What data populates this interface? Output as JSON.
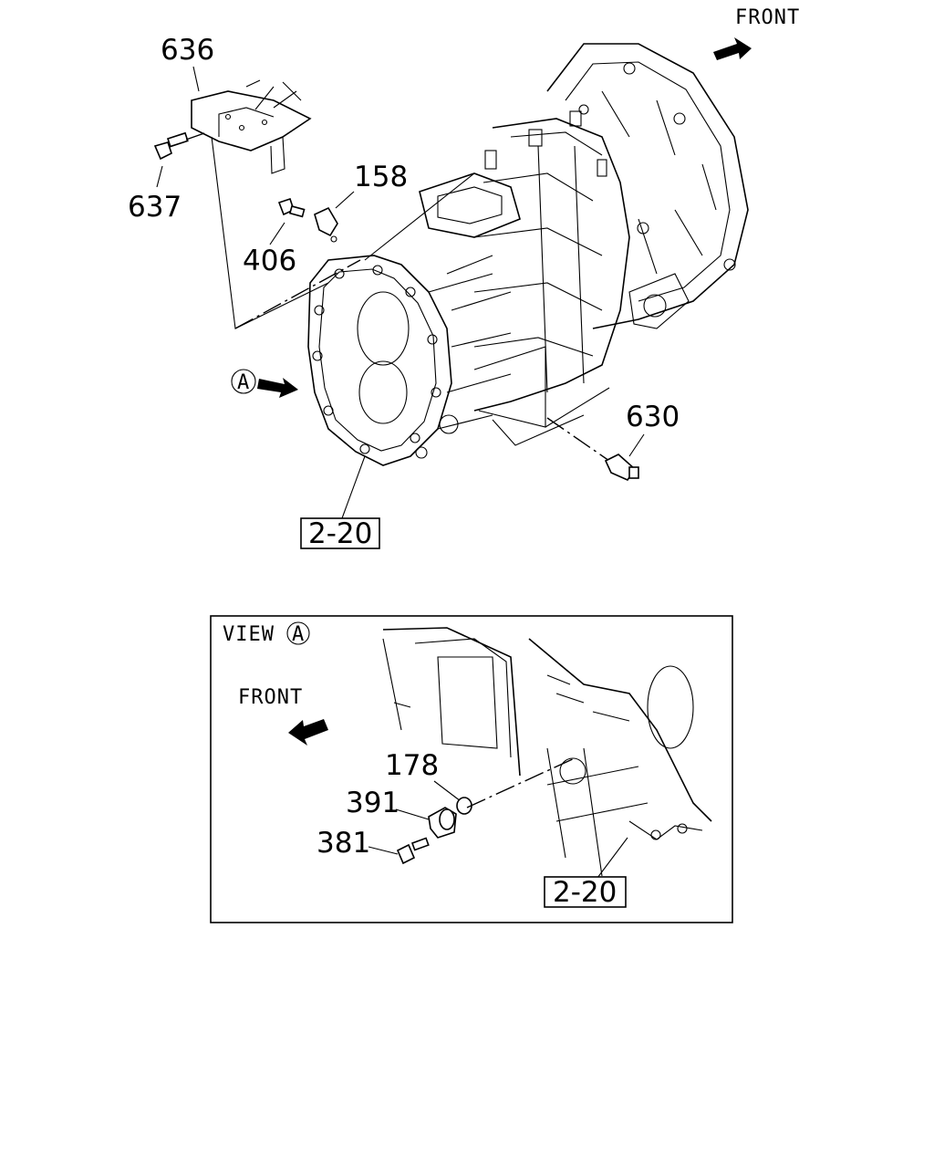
{
  "labels": {
    "front_top": "FRONT",
    "part_636": "636",
    "part_637": "637",
    "part_158": "158",
    "part_406": "406",
    "view_marker": "A",
    "part_630": "630",
    "ref_2_20_top": "2-20",
    "view_title": "VIEW",
    "view_marker_box": "A",
    "front_view": "FRONT",
    "part_178": "178",
    "part_391": "391",
    "part_381": "381",
    "ref_2_20_view": "2-20"
  }
}
